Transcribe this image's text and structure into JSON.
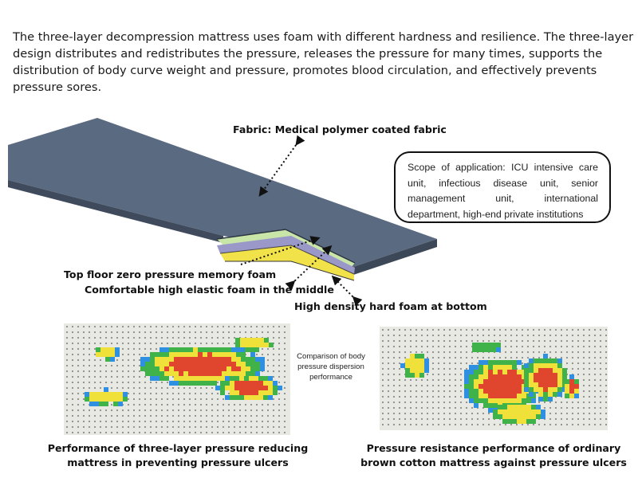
{
  "intro": "The three-layer decompression mattress uses foam with different hardness and resilience. The three-layer design distributes and redistributes the pressure, releases the pressure for many times, supports the distribution of body curve weight and pressure, promotes blood circulation, and effectively prevents pressure sores.",
  "labels": {
    "fabric": "Fabric: Medical polymer coated fabric",
    "top_layer": "Top floor zero pressure memory foam",
    "middle_layer": "Comfortable high elastic foam in the middle",
    "bottom_layer": "High density hard foam at bottom"
  },
  "scope": "Scope of application: ICU intensive care unit, infectious disease unit, senior management unit, international department, high-end private institutions",
  "comparison_note": "Comparison of body pressure dispersion performance",
  "captions": {
    "left": "Performance of three-layer pressure reducing mattress in preventing pressure ulcers",
    "right": "Pressure resistance performance of ordinary brown cotton mattress against pressure ulcers"
  },
  "colors": {
    "mattress_cover": "#566579",
    "layer_top": "#c9e6a8",
    "layer_middle": "#9a98c8",
    "layer_bottom": "#f2e24a",
    "heat_low": "#2f8fe0",
    "heat_mid": "#3fb34a",
    "heat_high": "#f0e03a",
    "heat_peak": "#e0452d"
  }
}
